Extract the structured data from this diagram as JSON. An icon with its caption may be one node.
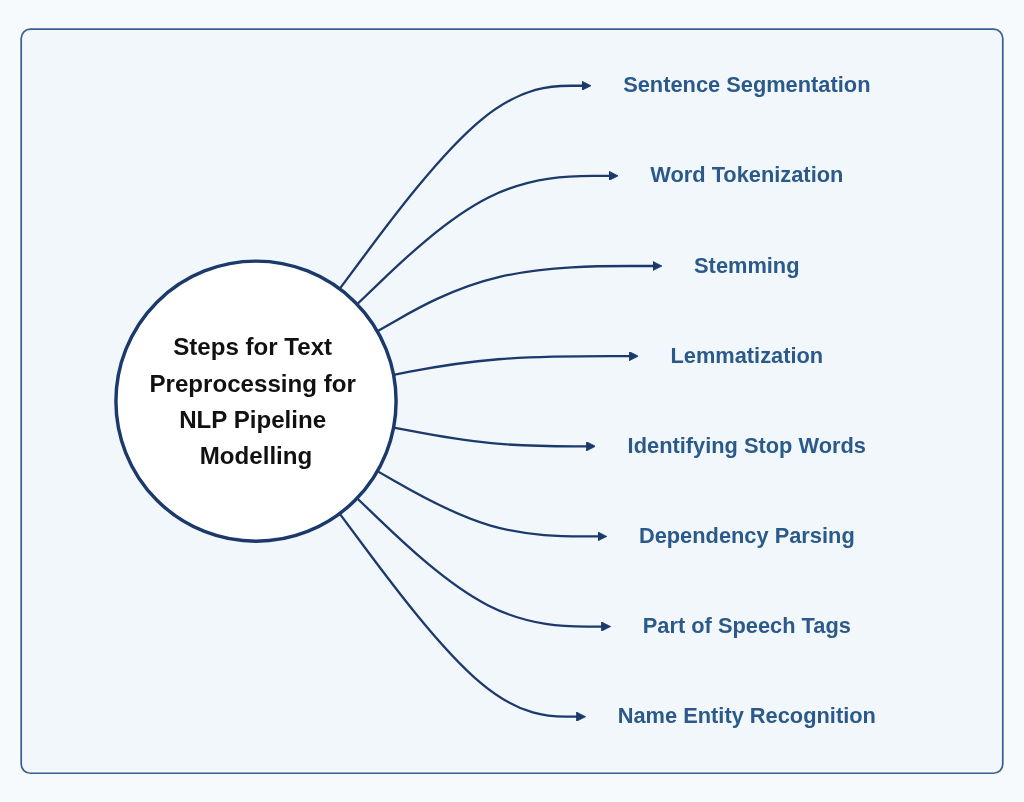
{
  "diagram": {
    "nodes": [
      {
        "text": [],
        "shape": "box"
      },
      {
        "text": [
          "Sentence Segmentation"
        ],
        "in": 0
      },
      {
        "text": [
          "Name Entity Recognition"
        ],
        "in": 0
      },
      {
        "text": [
          "Word Tokenization"
        ],
        "in": 0
      },
      {
        "text": [
          "Steps for Text Preprocessing for NLP Pipeline Modelling"
        ],
        "in": 0
      },
      {
        "text": [
          "Part of Speech Tags"
        ],
        "in": 0
      },
      {
        "text": [
          "Stemming"
        ],
        "in": 0
      },
      {
        "text": [
          "Dependency Parsing"
        ],
        "in": 0
      },
      {
        "text": [
          "Lemmatization"
        ],
        "in": 0
      },
      {
        "text": [
          "Identifying Stop Words"
        ],
        "in": 0
      }
    ],
    "edges": [
      {
        "from": 4,
        "to": 1,
        "arrow": "to"
      },
      {
        "from": 4,
        "to": 3,
        "arrow": "to"
      },
      {
        "from": 4,
        "to": 6,
        "arrow": "to"
      },
      {
        "from": 4,
        "to": 8,
        "arrow": "to"
      },
      {
        "from": 4,
        "to": 9,
        "arrow": "to"
      },
      {
        "from": 4,
        "to": 7,
        "arrow": "to"
      },
      {
        "from": 4,
        "to": 5,
        "arrow": "to"
      },
      {
        "from": 4,
        "to": 2,
        "arrow": "to"
      }
    ]
  }
}
